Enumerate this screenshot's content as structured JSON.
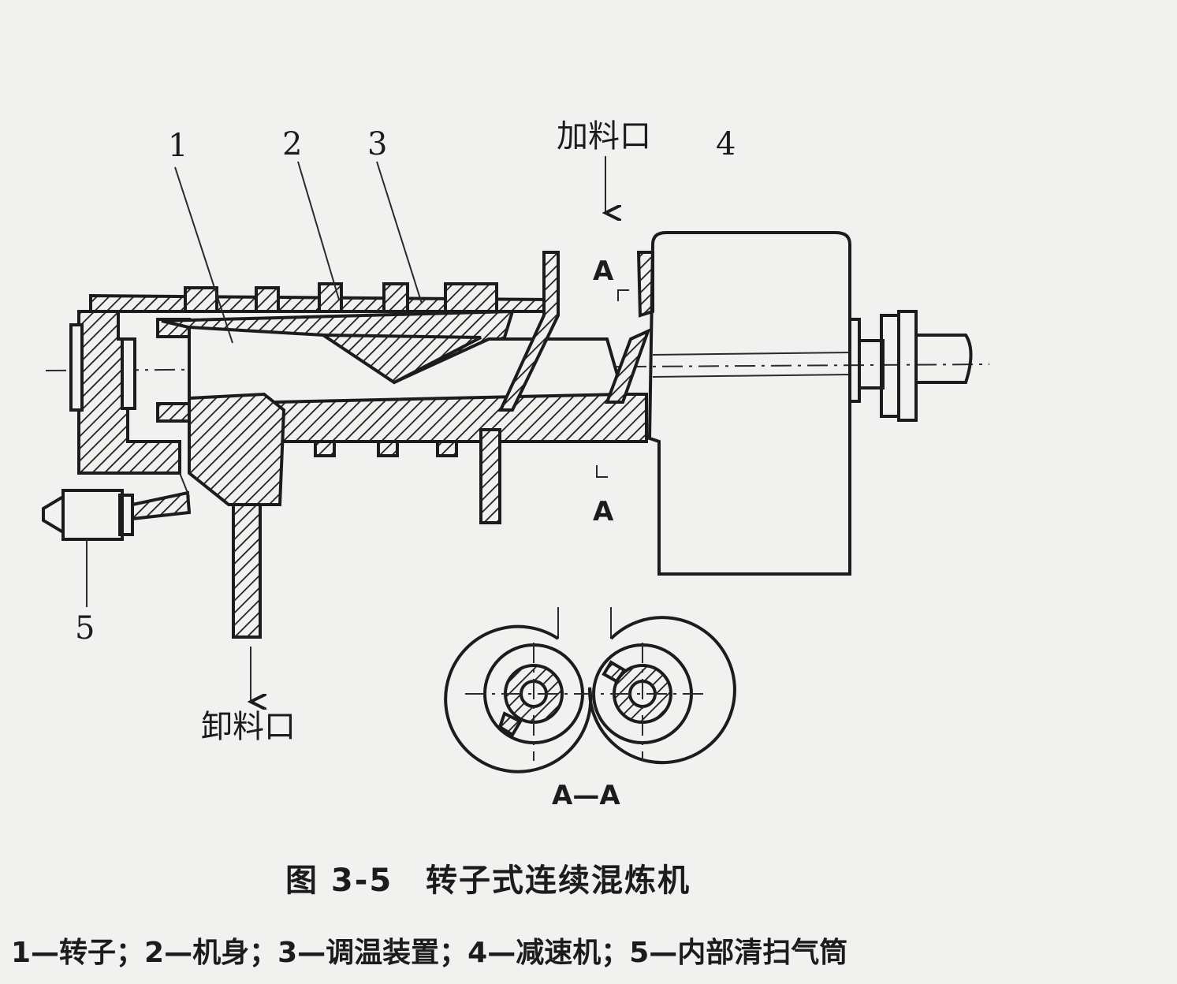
{
  "callouts": {
    "c1": "1",
    "c2": "2",
    "c3": "3",
    "c4": "4",
    "c5": "5"
  },
  "feed_inlet": "加料口",
  "discharge_outlet": "卸料口",
  "section_marks": {
    "top": "A",
    "bottom": "A",
    "view_label": "A—A"
  },
  "caption": {
    "figure_no": "图 3-5",
    "title": "转子式连续混炼机",
    "legend": "1—转子；2—机身；3—调温装置；4—减速机；5—内部清扫气筒"
  },
  "colors": {
    "ink": "#1c1c1c",
    "paper": "#f1f1ef"
  }
}
